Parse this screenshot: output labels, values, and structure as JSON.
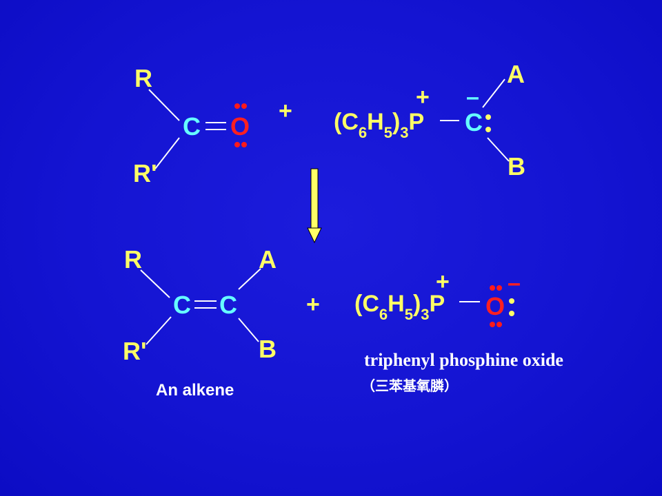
{
  "reactants": {
    "carbonyl": {
      "r1": "R",
      "r2": "R'",
      "carbon": "C",
      "oxygen": "O"
    },
    "plus": "+",
    "ylide": {
      "phosphorus_group": {
        "paren_open": "(C",
        "sub6": "6",
        "h": "H",
        "sub5": "5",
        "paren_close": ")",
        "sub3": "3",
        "p": "P"
      },
      "p_charge": "+",
      "carbon": "C",
      "c_charge": "–",
      "a": "A",
      "b": "B"
    }
  },
  "products": {
    "alkene": {
      "r1": "R",
      "r2": "R'",
      "c1": "C",
      "c2": "C",
      "a": "A",
      "b": "B",
      "label": "An alkene"
    },
    "plus": "+",
    "oxide": {
      "phosphorus_group": {
        "paren_open": "(C",
        "sub6": "6",
        "h": "H",
        "sub5": "5",
        "paren_close": ")",
        "sub3": "3",
        "p": "P"
      },
      "p_charge": "+",
      "oxygen": "O",
      "o_charge": "–",
      "name_en": "triphenyl phosphine oxide",
      "name_zh": "（三苯基氧膦）"
    }
  },
  "colors": {
    "background": "#1414d2",
    "symbol": "#ffff66",
    "carbon": "#66ffff",
    "oxygen": "#ff2020",
    "bond": "#ffffff",
    "arrow": "#ffff66"
  }
}
